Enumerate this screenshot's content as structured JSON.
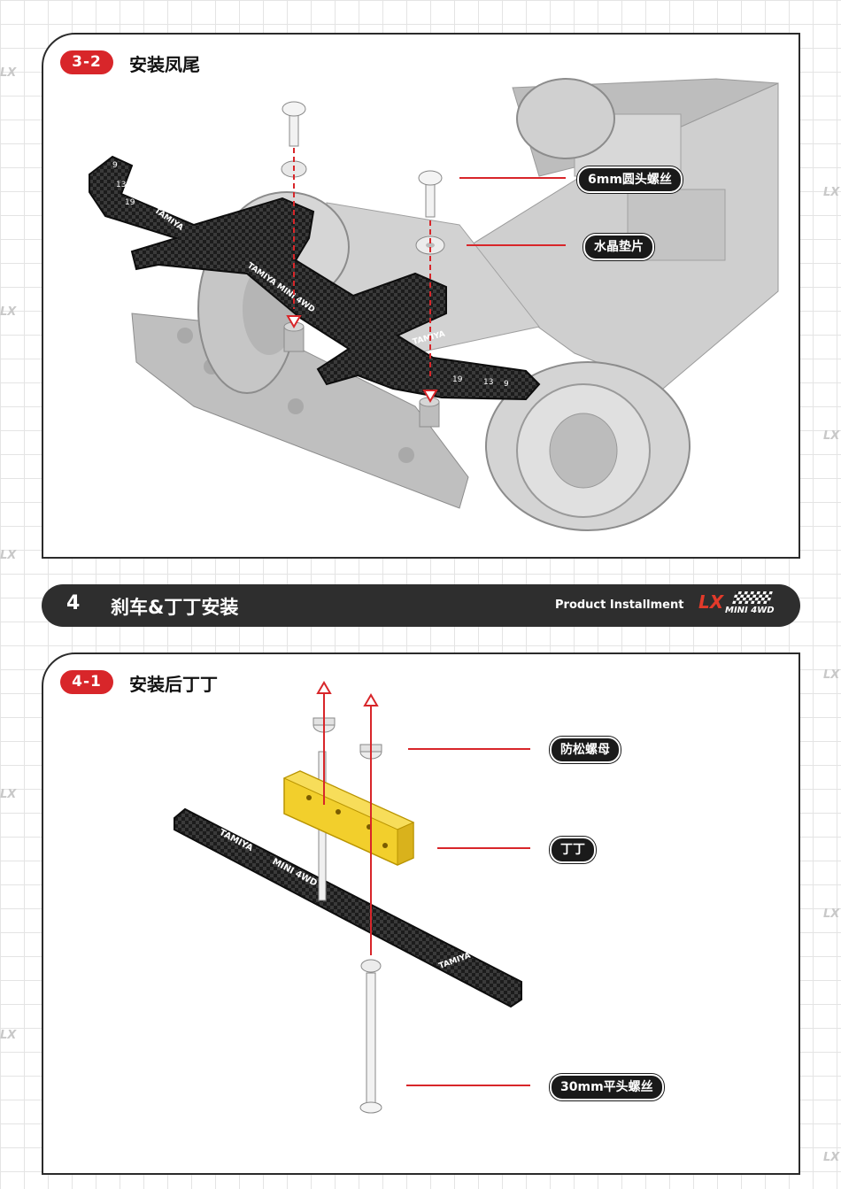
{
  "step_a": {
    "badge": "3-2",
    "title": "安装凤尾",
    "labels": {
      "screw": "6mm圆头螺丝",
      "washer": "水晶垫片"
    },
    "plate_markings": {
      "n9": "9",
      "n13": "13",
      "n19": "19",
      "tamiya": "TAMIYA",
      "mini4wd": "TAMIYA MINI 4WD"
    }
  },
  "section": {
    "number": "4",
    "title": "刹车&丁丁安装",
    "subtitle": "Product Installment",
    "logo_mark": "LX",
    "logo_text": "MINI 4WD"
  },
  "step_b": {
    "badge": "4-1",
    "title": "安装后丁丁",
    "labels": {
      "nut": "防松螺母",
      "roller": "丁丁",
      "screw": "30mm平头螺丝"
    },
    "bar_markings": {
      "tamiya": "TAMIYA",
      "mini4wd": "MINI 4WD"
    }
  },
  "watermark": "LX",
  "colors": {
    "accent_red": "#d8262a",
    "dark": "#1a1a1a",
    "roller_yellow": "#f2cf2c",
    "chassis_gray": "#c9c9c9"
  }
}
